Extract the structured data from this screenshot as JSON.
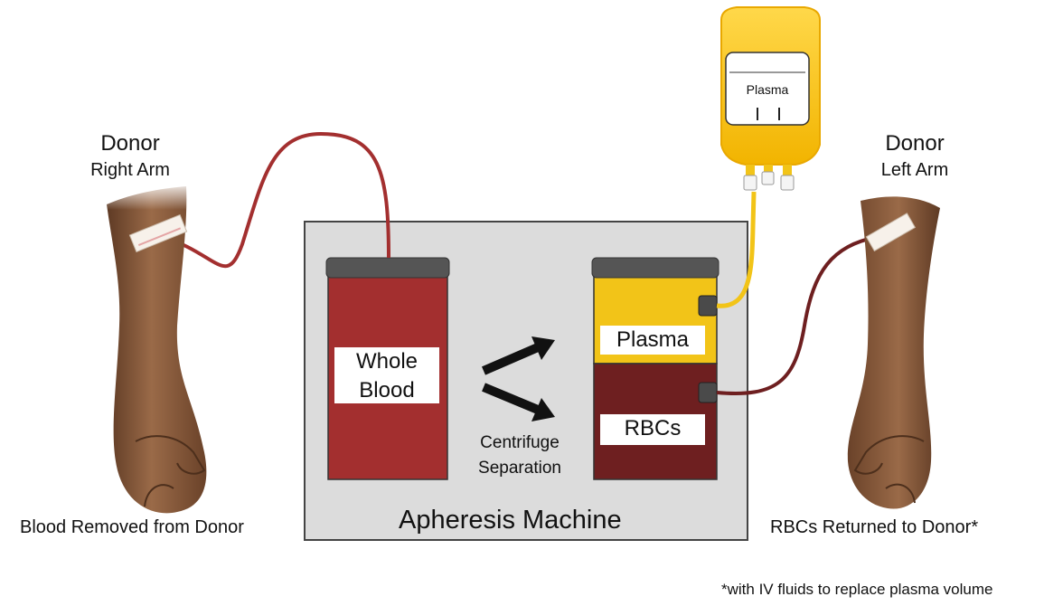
{
  "left_donor": {
    "title": "Donor",
    "arm": "Right Arm",
    "caption": "Blood Removed from Donor"
  },
  "right_donor": {
    "title": "Donor",
    "arm": "Left Arm",
    "caption": "RBCs Returned to Donor*"
  },
  "machine": {
    "title": "Apheresis Machine",
    "whole_blood": {
      "line1": "Whole",
      "line2": "Blood"
    },
    "plasma_label": "Plasma",
    "rbc_label": "RBCs",
    "centrifuge": {
      "line1": "Centrifuge",
      "line2": "Separation"
    }
  },
  "bag": {
    "label": "Plasma"
  },
  "footnote": "*with IV fluids to replace plasma volume",
  "colors": {
    "whole_blood": "#a32f2f",
    "plasma": "#f2c418",
    "rbc": "#6e1f20",
    "machine_bg": "#dcdcdc",
    "skin": "#8a5a3c"
  }
}
